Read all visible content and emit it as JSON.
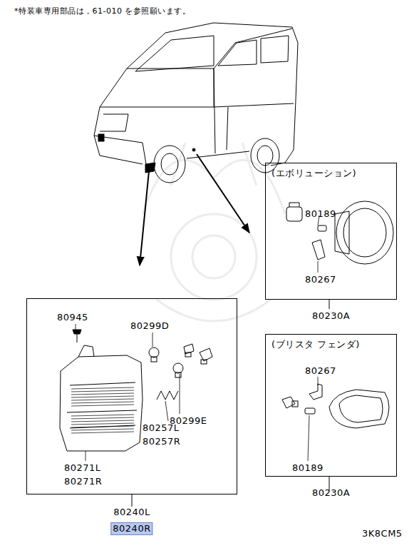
{
  "diagram": {
    "nodes": [
      {
        "text": [
          "(エボリューション)",
          "80230A"
        ]
      },
      {
        "text": [
          "80240L",
          "80240R"
        ]
      },
      {
        "text": [
          "(ブリスタ フェンダ)",
          "80230A"
        ]
      }
    ],
    "edges": [],
    "labels": [
      "*特装車専用部品は，61-010 を参照願います。",
      "80189",
      "80267",
      "80945",
      "80299D",
      "80299E",
      "80257L",
      "80257R",
      "80271L",
      "80271R",
      "80267",
      "80189",
      "3K8CM5"
    ]
  }
}
